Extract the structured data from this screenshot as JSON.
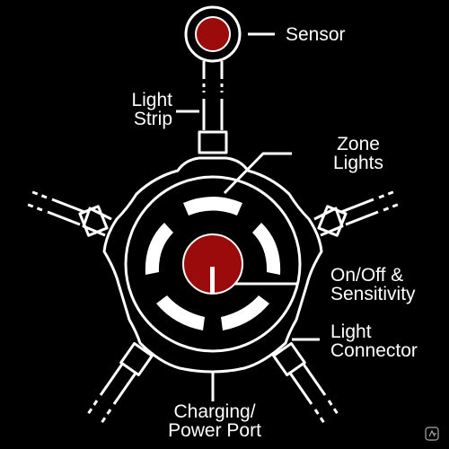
{
  "colors": {
    "background": "#000000",
    "outline": "#ffffff",
    "button_fill": "#9b0b0b",
    "segment_fill": "#ffffff"
  },
  "icons": {
    "sensor": "sensor-icon",
    "power_button": "power-button-icon",
    "zone_lights": "zone-lights-icon",
    "corner_mark": "logo-mark-icon"
  },
  "labels": {
    "sensor": [
      "Sensor"
    ],
    "light_strip": [
      "Light",
      "Strip"
    ],
    "zone_lights": [
      "Zone",
      "Lights"
    ],
    "on_off": [
      "On/Off &",
      "Sensitivity"
    ],
    "light_connector": [
      "Light",
      "Connector"
    ],
    "charging_port": [
      "Charging/",
      "Power Port"
    ]
  }
}
